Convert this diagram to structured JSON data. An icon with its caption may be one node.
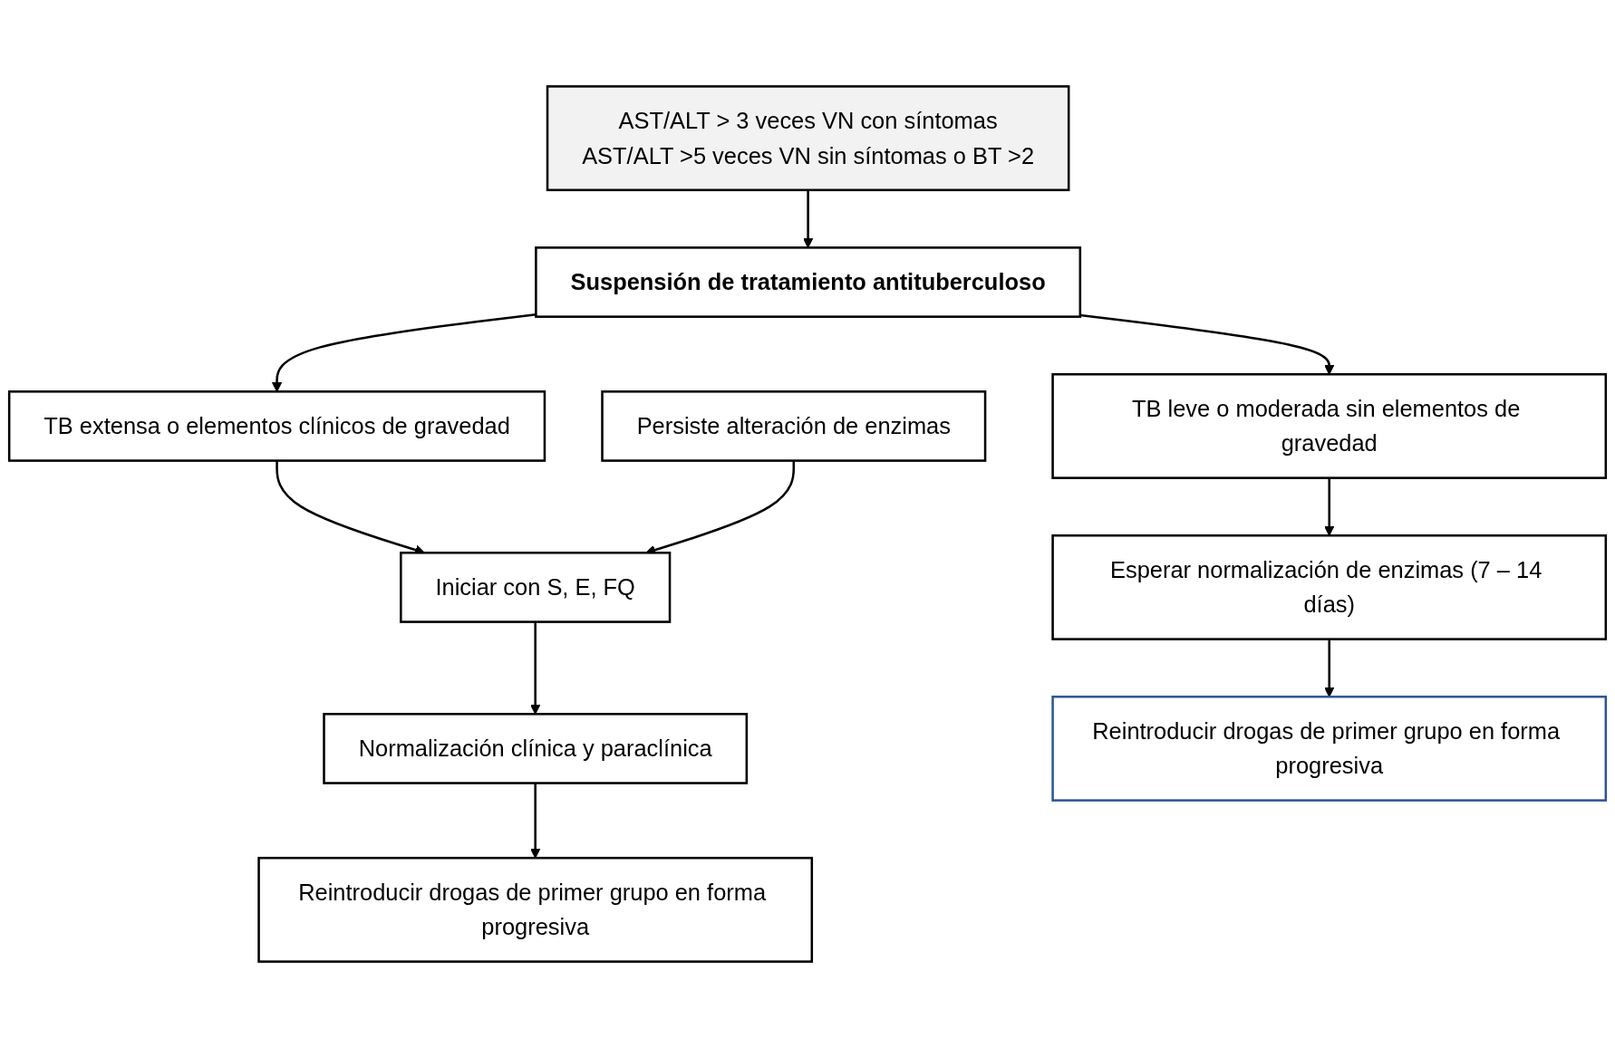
{
  "diagram": {
    "nodes": [
      {
        "text": [
          "AST/ALT > 3 veces VN con síntomas",
          "AST/ALT >5 veces VN sin síntomas o BT >2"
        ]
      },
      {
        "text": [
          "Suspensión de tratamiento antituberculoso"
        ]
      },
      {
        "text": [
          "TB extensa o elementos clínicos de gravedad"
        ]
      },
      {
        "text": [
          "Iniciar con S, E, FQ"
        ]
      },
      {
        "text": [
          "Normalización clínica y paraclínica"
        ]
      },
      {
        "text": [
          "Reintroducir drogas de primer grupo en forma progresiva"
        ]
      },
      {
        "text": [
          "TB leve o moderada sin elementos de gravedad"
        ]
      },
      {
        "text": [
          "Esperar normalización de enzimas (7 – 14 días)"
        ]
      },
      {
        "text": [
          "Reintroducir drogas de primer grupo en forma progresiva"
        ]
      },
      {
        "text": [
          "Persiste alteración de enzimas"
        ]
      }
    ],
    "edges": [
      {
        "from": 0,
        "to": 1,
        "arrow": "to"
      },
      {
        "from": 1,
        "to": 2,
        "arrow": "to"
      },
      {
        "from": 1,
        "to": 6,
        "arrow": "to"
      },
      {
        "from": 2,
        "to": 3,
        "arrow": "to"
      },
      {
        "from": 3,
        "to": 4,
        "arrow": "to"
      },
      {
        "from": 4,
        "to": 5,
        "arrow": "to"
      },
      {
        "from": 6,
        "to": 7,
        "arrow": "to"
      },
      {
        "from": 7,
        "to": 8,
        "arrow": "to"
      },
      {
        "from": 9,
        "to": 3,
        "arrow": "to"
      }
    ]
  }
}
